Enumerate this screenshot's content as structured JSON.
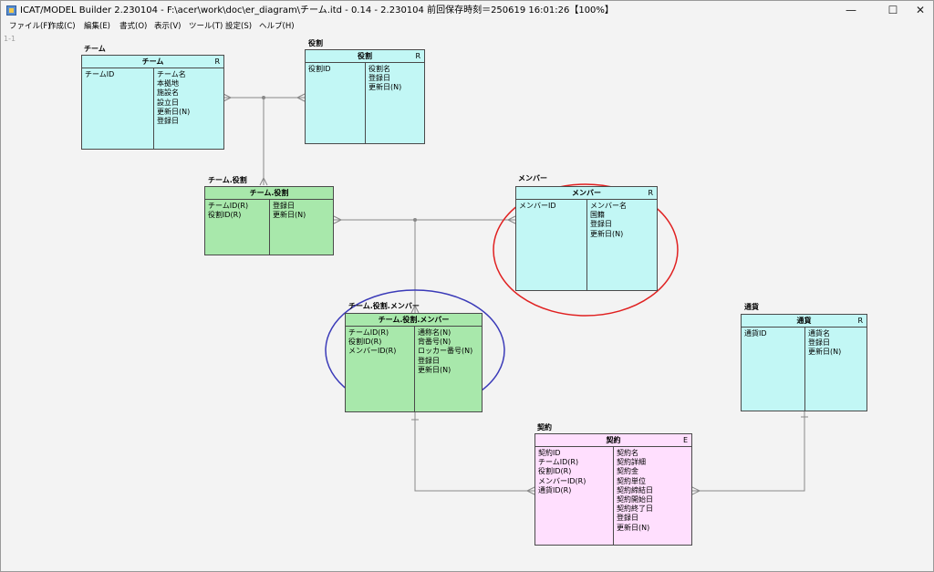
{
  "window": {
    "title": "ICAT/MODEL Builder 2.230104 - F:\\acer\\work\\doc\\er_diagram\\チーム.itd - 0.14 - 2.230104 前回保存時刻＝250619 16:01:26【100%】",
    "controls": {
      "minimize": "—",
      "maximize": "☐",
      "close": "✕"
    }
  },
  "menu": [
    "ファイル(F)",
    "作成(C)",
    "編集(E)",
    "書式(O)",
    "表示(V)",
    "ツール(T)",
    "設定(S)",
    "ヘルプ(H)"
  ],
  "page_marker": "1-1",
  "annotation_colors": {
    "red_circle": "#e02020",
    "blue_circle": "#3a3ab8"
  },
  "entity_colors": {
    "master": "#c2f7f5",
    "relation": "#a8e8ab",
    "event": "#ffdffe"
  },
  "entities": [
    {
      "id": "team",
      "label": "チーム",
      "title": "チーム",
      "badge": "R",
      "keys": [
        "チームID"
      ],
      "attributes": [
        "チーム名",
        "本拠地",
        "施設名",
        "設立日",
        "更新日(N)",
        "登録日"
      ]
    },
    {
      "id": "role",
      "label": "役割",
      "title": "役割",
      "badge": "R",
      "keys": [
        "役割ID"
      ],
      "attributes": [
        "役割名",
        "登録日",
        "更新日(N)"
      ]
    },
    {
      "id": "team-role",
      "label": "チーム.役割",
      "title": "チーム.役割",
      "badge": "",
      "keys": [
        "チームID(R)",
        "役割ID(R)"
      ],
      "attributes": [
        "登録日",
        "更新日(N)"
      ]
    },
    {
      "id": "member",
      "label": "メンバー",
      "title": "メンバー",
      "badge": "R",
      "keys": [
        "メンバーID"
      ],
      "attributes": [
        "メンバー名",
        "国籍",
        "登録日",
        "更新日(N)"
      ]
    },
    {
      "id": "team-role-member",
      "label": "チーム.役割.メンバー",
      "title": "チーム.役割.メンバー",
      "badge": "",
      "keys": [
        "チームID(R)",
        "役割ID(R)",
        "メンバーID(R)"
      ],
      "attributes": [
        "通称名(N)",
        "背番号(N)",
        "ロッカー番号(N)",
        "登録日",
        "更新日(N)"
      ]
    },
    {
      "id": "currency",
      "label": "通貨",
      "title": "通貨",
      "badge": "R",
      "keys": [
        "通貨ID"
      ],
      "attributes": [
        "通貨名",
        "登録日",
        "更新日(N)"
      ]
    },
    {
      "id": "contract",
      "label": "契約",
      "title": "契約",
      "badge": "E",
      "keys": [
        "契約ID",
        "チームID(R)",
        "役割ID(R)",
        "メンバーID(R)",
        "通貨ID(R)"
      ],
      "attributes": [
        "契約名",
        "契約詳細",
        "契約金",
        "契約単位",
        "契約締結日",
        "契約開始日",
        "契約終了日",
        "登録日",
        "更新日(N)"
      ]
    }
  ]
}
